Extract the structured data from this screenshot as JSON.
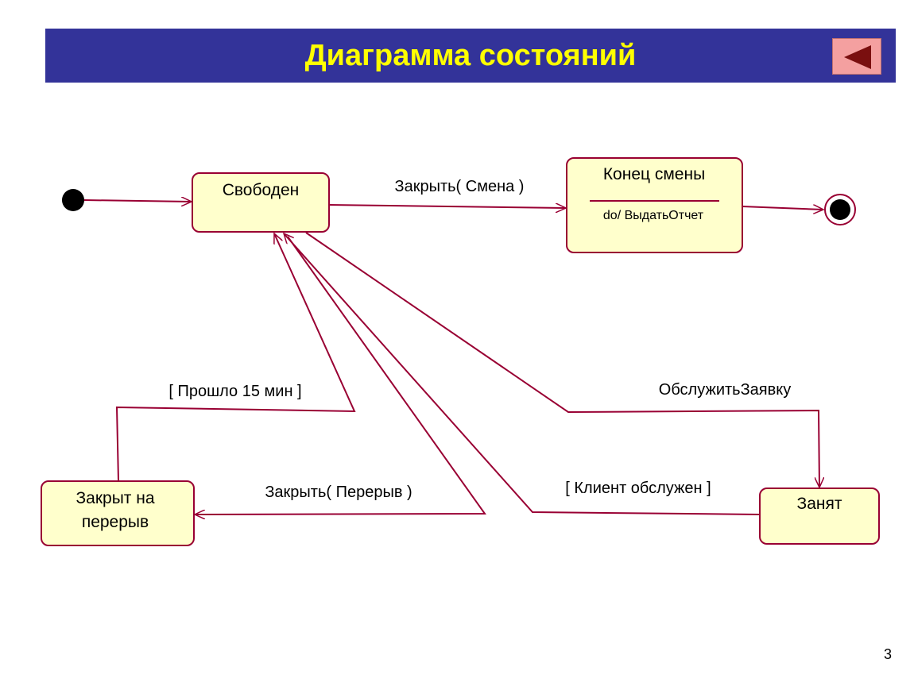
{
  "title": "Диаграмма состояний",
  "page_number": "3",
  "back_button": {
    "icon": "triangle-left-icon"
  },
  "states": {
    "free": "Свободен",
    "end_shift": {
      "name": "Конец смены",
      "activity": "do/ ВыдатьОтчет"
    },
    "closed_break": {
      "line1": "Закрыт на",
      "line2": "перерыв"
    },
    "busy": "Занят"
  },
  "transitions": {
    "close_shift": "Закрыть( Смена )",
    "serve_request": "ОбслужитьЗаявку",
    "client_served": "[ Клиент обслужен ]",
    "close_break": "Закрыть( Перерыв )",
    "after_15_min": "[ Прошло 15 мин ]"
  },
  "colors": {
    "title_bar": "#333399",
    "title_text": "#ffff00",
    "state_fill": "#ffffcc",
    "line": "#990033",
    "back_button": "#f4a0a0"
  }
}
